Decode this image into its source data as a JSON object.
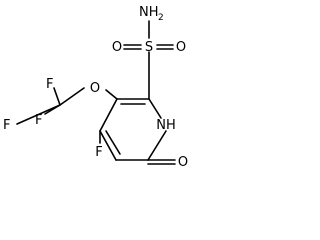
{
  "molecule": {
    "atoms": {
      "f_top": "F",
      "f_left": "F",
      "f_bottom": "F",
      "o_ether": "O",
      "f_ring": "F",
      "nh": "NH",
      "o_keto": "O",
      "s": "S",
      "o_s_left": "O",
      "o_s_right": "O",
      "n_amide": "NH",
      "n_amide_sub": "2"
    }
  }
}
